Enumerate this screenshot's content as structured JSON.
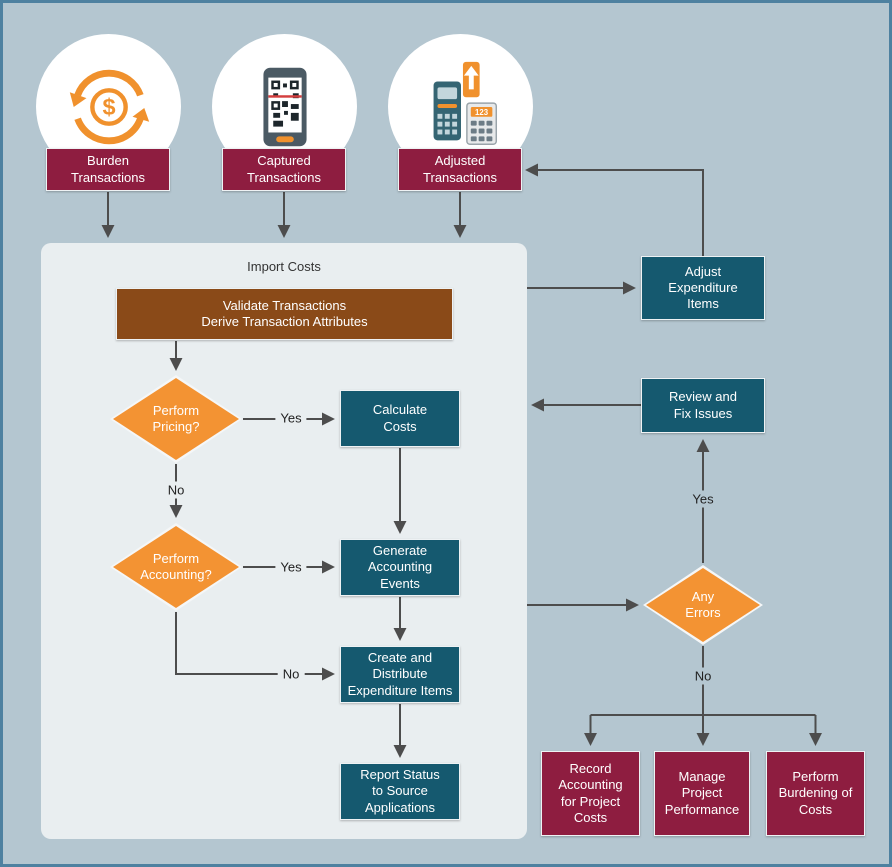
{
  "diagram": {
    "colors": {
      "background": "#b4c6d0",
      "border": "#4e81a0",
      "maroon": "#8e1d40",
      "teal": "#15596f",
      "brown": "#8a4a18",
      "orange": "#f39333",
      "panel": "#e9eef0",
      "arrow": "#4d4d4d"
    },
    "sources": [
      {
        "label": "Burden\nTransactions",
        "icon": "dollar-refresh-icon"
      },
      {
        "label": "Captured\nTransactions",
        "icon": "qr-scan-phone-icon"
      },
      {
        "label": "Adjusted\nTransactions",
        "icon": "card-payment-calculator-icon"
      }
    ],
    "panel": {
      "title": "Import Costs",
      "validate": {
        "label": "Validate Transactions\nDerive Transaction Attributes"
      },
      "perform_pricing": {
        "label": "Perform\nPricing?"
      },
      "calculate_costs": {
        "label": "Calculate\nCosts"
      },
      "perform_accounting": {
        "label": "Perform\nAccounting?"
      },
      "generate_events": {
        "label": "Generate\nAccounting\nEvents"
      },
      "create_distribute": {
        "label": "Create and\nDistribute\nExpenditure Items"
      },
      "report_status": {
        "label": "Report Status\nto Source\nApplications"
      }
    },
    "right_nodes": {
      "adjust_expenditure": {
        "label": "Adjust\nExpenditure\nItems"
      },
      "review_fix": {
        "label": "Review and\nFix Issues"
      },
      "any_errors": {
        "label": "Any\nErrors"
      }
    },
    "outcomes": [
      {
        "label": "Record\nAccounting\nfor Project\nCosts"
      },
      {
        "label": "Manage\nProject\nPerformance"
      },
      {
        "label": "Perform\nBurdening of\nCosts"
      }
    ],
    "edge_labels": {
      "pricing_yes": "Yes",
      "pricing_no": "No",
      "accounting_yes": "Yes",
      "accounting_no": "No",
      "errors_yes": "Yes",
      "errors_no": "No"
    },
    "icon_text": {
      "calculator_display": "123"
    }
  }
}
